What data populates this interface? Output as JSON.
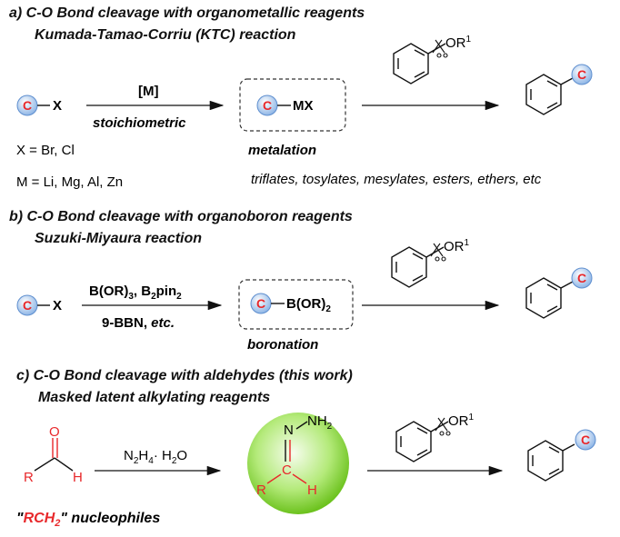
{
  "colors": {
    "accent_red": "#e8282b",
    "carbon_ball_blue": "#8fb6e6",
    "bubble_green": "#7ed321",
    "text": "#111111"
  },
  "section_a": {
    "title": "a) C-O Bond cleavage with organometallic reagents",
    "subtitle": "Kumada-Tamao-Corriu (KTC) reaction",
    "reagent_above": "[M]",
    "reagent_below": "stoichiometric",
    "intermediate": "MX",
    "intermediate_caption": "metalation",
    "x_def": "X = Br, Cl",
    "m_def": "M = Li, Mg, Al, Zn",
    "scope": "triflates, tosylates, mesylates, esters, ethers, etc"
  },
  "section_b": {
    "title": "b) C-O Bond cleavage with organoboron reagents",
    "subtitle": "Suzuki-Miyaura  reaction",
    "reagent_above": "B(OR)3, B2pin2",
    "reagent_below": "9-BBN, etc.",
    "intermediate": "B(OR)2",
    "intermediate_caption": "boronation"
  },
  "section_c": {
    "title": "c) C-O Bond cleavage with aldehydes (this work)",
    "subtitle": "Masked latent alkylating reagents",
    "reagent": "N2H4· H2O",
    "caption": "\"RCH2\" nucleophiles"
  },
  "atoms": {
    "carbon": "C",
    "leaving": "X",
    "oxygen": "O",
    "R": "R",
    "H": "H",
    "N": "N",
    "NH2": "NH2",
    "OR1": "OR1"
  }
}
